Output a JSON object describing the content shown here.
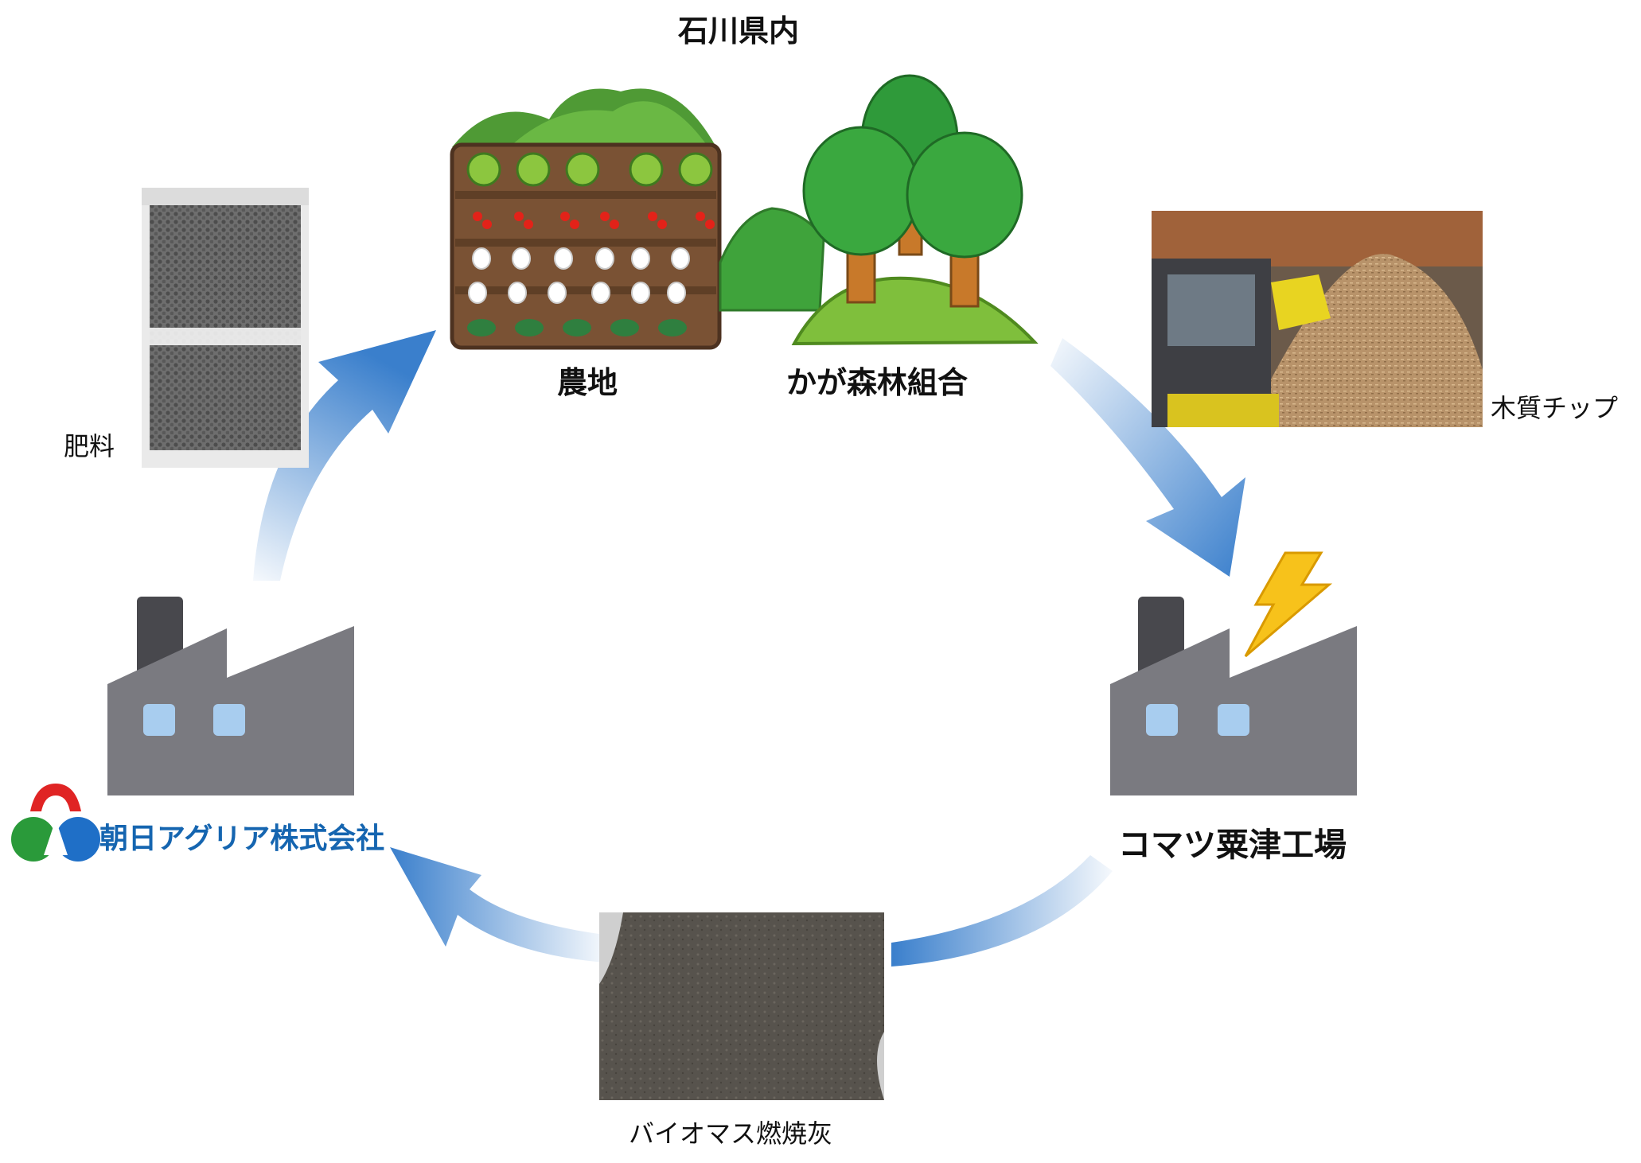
{
  "diagram": {
    "region_label": "石川県内",
    "nodes": {
      "farm": "農地",
      "forest": "かが森林組合",
      "plant": "コマツ粟津工場",
      "company": "朝日アグリア株式会社"
    },
    "items": {
      "wood_chip": "木質チップ",
      "ash": "バイオマス燃焼灰",
      "fertilizer": "肥料"
    },
    "icons": [
      "farm-illustration",
      "forest-illustration",
      "factory-icon",
      "lightning-icon",
      "company-logo"
    ],
    "colors": {
      "arrow": "#3a7fcc",
      "factory": "#7a7a80",
      "window": "#a8cdef",
      "lightning": "#f7c21b",
      "company_text": "#1565b0"
    }
  }
}
